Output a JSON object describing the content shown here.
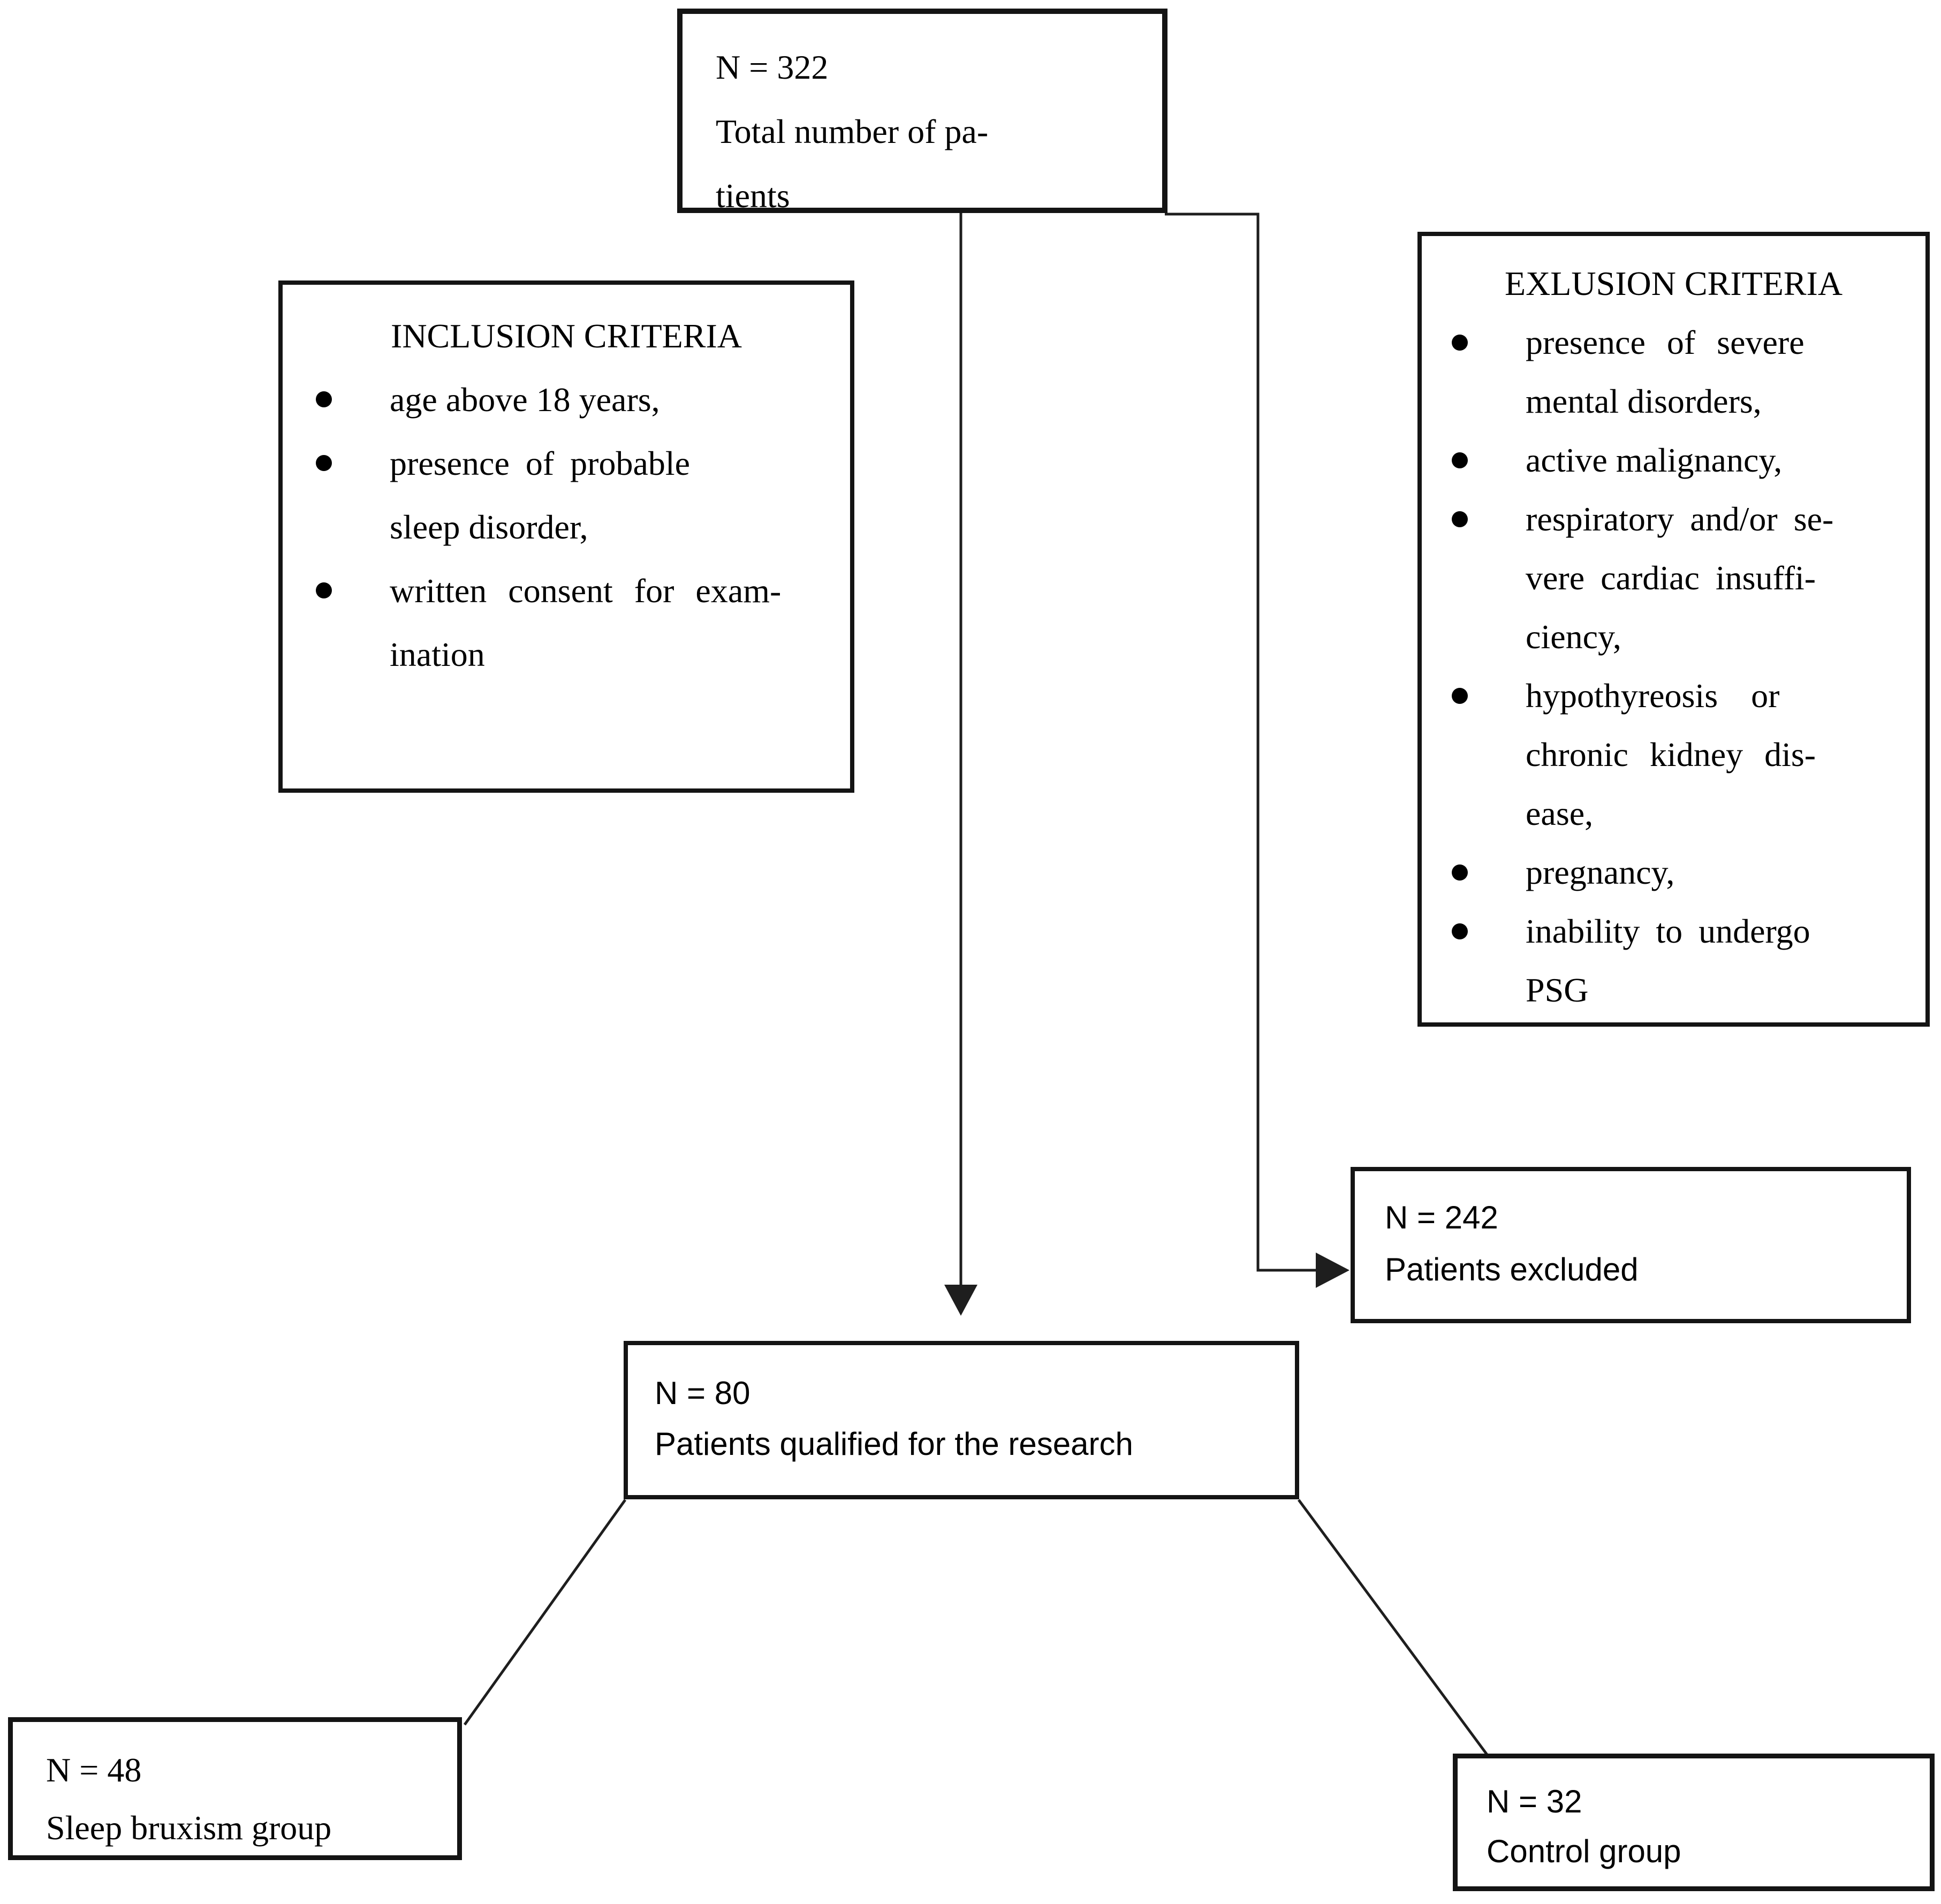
{
  "colors": {
    "background": "#ffffff",
    "box_border": "#141414",
    "connector": "#1e1e1e",
    "text": "#000000"
  },
  "icons": {
    "bullet": "filled-circle",
    "arrowhead_down": "triangle-down",
    "arrowhead_right": "triangle-right"
  },
  "boxes": {
    "total": {
      "lines": [
        "N = 322",
        "Total number of pa-",
        "tients"
      ]
    },
    "inclusion": {
      "title": "INCLUSION CRITERIA",
      "lines": [
        "age above 18 years,",
        "presence of probable",
        "sleep disorder,",
        "written consent for exam-",
        "ination"
      ]
    },
    "exclusion": {
      "title": "EXLUSION CRITERIA",
      "lines": [
        "presence of severe",
        "mental disorders,",
        "active malignancy,",
        "respiratory and/or se-",
        "vere cardiac insuffi-",
        "ciency,",
        "hypothyreosis or",
        "chronic kidney dis-",
        "ease,",
        "pregnancy,",
        "inability to undergo",
        "PSG"
      ]
    },
    "excluded": {
      "lines": [
        "N = 242",
        "Patients excluded"
      ]
    },
    "qualified": {
      "lines": [
        "N = 80",
        "Patients qualified for the research"
      ]
    },
    "bruxism": {
      "lines": [
        "N = 48",
        "Sleep bruxism group"
      ]
    },
    "control": {
      "lines": [
        "N = 32",
        "Control group"
      ]
    }
  }
}
